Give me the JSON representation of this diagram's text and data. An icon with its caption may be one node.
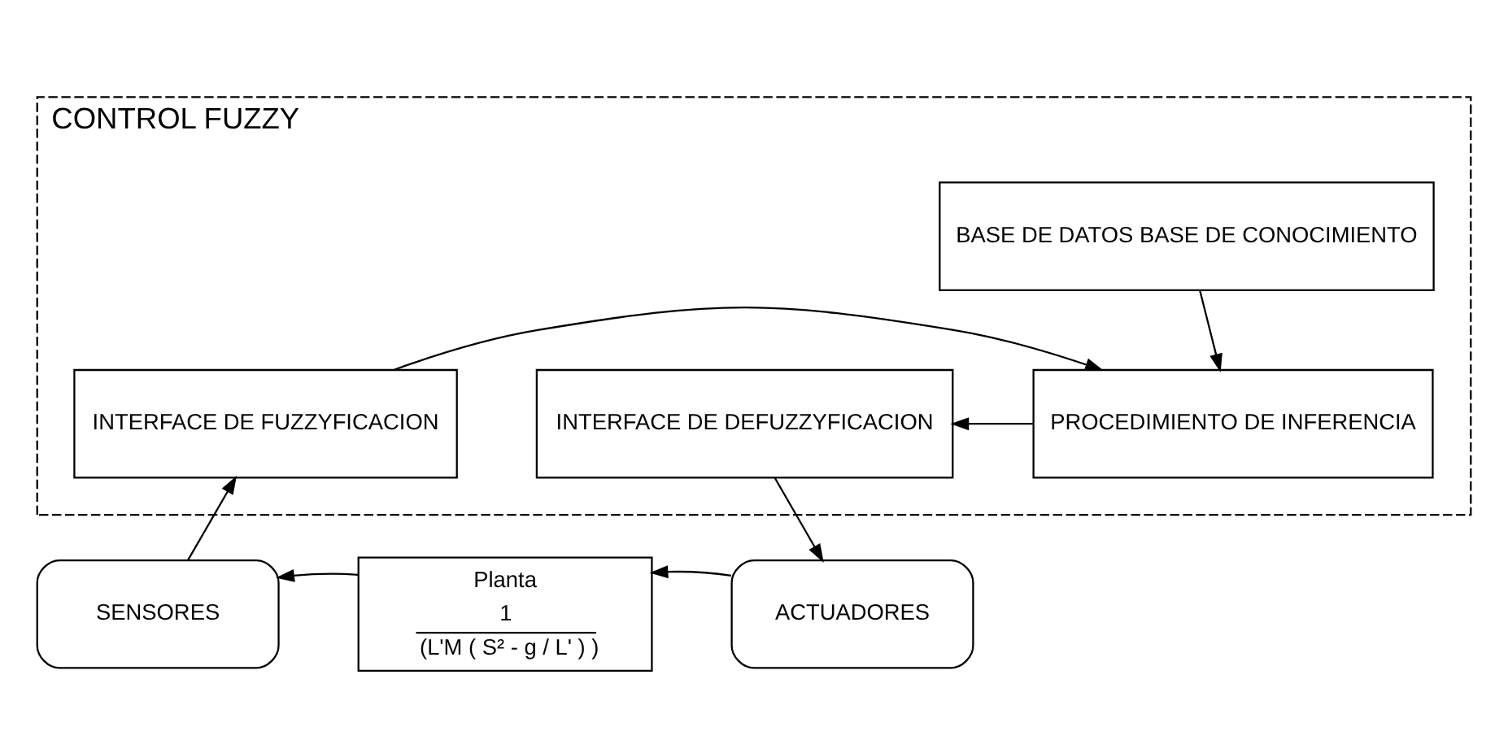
{
  "diagram": {
    "nodes": [
      {
        "text": [
          "CONTROL FUZZY"
        ]
      },
      {
        "text": [
          "BASE DE DATOS BASE DE CONOCIMIENTO"
        ],
        "in": 0
      },
      {
        "text": [
          "INTERFACE DE FUZZYFICACION"
        ],
        "in": 0
      },
      {
        "text": [
          "PROCEDIMIENTO DE INFERENCIA"
        ],
        "in": 0
      },
      {
        "text": [
          "INTERFACE DE DEFUZZYFICACION"
        ],
        "in": 0
      },
      {
        "text": [
          "SENSORES"
        ]
      },
      {
        "text": [
          "Planta",
          "1",
          "(L'M ( S² - g / L' ) )"
        ]
      },
      {
        "text": [
          "ACTUADORES"
        ]
      }
    ],
    "edges": [
      {
        "from": 1,
        "to": 3,
        "arrow": "to"
      },
      {
        "from": 2,
        "to": 3,
        "arrow": "to"
      },
      {
        "from": 3,
        "to": 4,
        "arrow": "to"
      },
      {
        "from": 4,
        "to": 7,
        "arrow": "to"
      },
      {
        "from": 7,
        "to": 6,
        "arrow": "to"
      },
      {
        "from": 6,
        "to": 5,
        "arrow": "to"
      },
      {
        "from": 5,
        "to": 2,
        "arrow": "to"
      }
    ]
  }
}
